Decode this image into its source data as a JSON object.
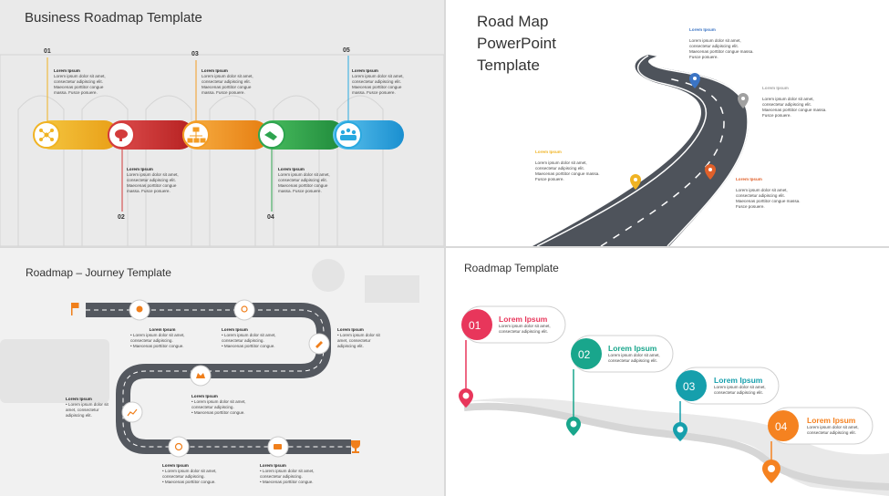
{
  "panel1": {
    "title": "Business Roadmap Template",
    "steps": [
      {
        "num": "01",
        "heading": "Lorem Ipsum",
        "text": "Lorem ipsum dolor sit amet, consectetur adipiscing elit. Maecenas porttitor congue massa. Fusce posuere.",
        "color": "#f0b323",
        "icon": "network-icon"
      },
      {
        "num": "02",
        "heading": "Lorem Ipsum",
        "text": "Lorem ipsum dolor sit amet, consectetur adipiscing elit. Maecenas porttitor congue massa. Fusce posuere.",
        "color": "#d33b3b",
        "icon": "brain-icon"
      },
      {
        "num": "03",
        "heading": "Lorem Ipsum",
        "text": "Lorem ipsum dolor sit amet, consectetur adipiscing elit. Maecenas porttitor congue massa. Fusce posuere.",
        "color": "#f39c23",
        "icon": "hierarchy-icon"
      },
      {
        "num": "04",
        "heading": "Lorem Ipsum",
        "text": "Lorem ipsum dolor sit amet, consectetur adipiscing elit. Maecenas porttitor congue massa. Fusce posuere.",
        "color": "#2ea44f",
        "icon": "handshake-icon"
      },
      {
        "num": "05",
        "heading": "Lorem Ipsum",
        "text": "Lorem ipsum dolor sit amet, consectetur adipiscing elit. Maecenas porttitor congue massa. Fusce posuere.",
        "color": "#29a9e0",
        "icon": "team-icon"
      }
    ]
  },
  "panel2": {
    "title_line1": "Road Map",
    "title_line2": "PowerPoint",
    "title_line3": "Template",
    "items": [
      {
        "heading": "Lorem Ipsum",
        "text": "Lorem ipsum dolor sit amet, consectetur adipiscing elit. Maecenas porttitor congue massa. Fusce posuere.",
        "color": "#3b74c4"
      },
      {
        "heading": "Lorem Ipsum",
        "text": "Lorem ipsum dolor sit amet, consectetur adipiscing elit. Maecenas porttitor congue massa. Fusce posuere.",
        "color": "#a0a0a0"
      },
      {
        "heading": "Lorem Ipsum",
        "text": "Lorem ipsum dolor sit amet, consectetur adipiscing elit. Maecenas porttitor congue massa. Fusce posuere.",
        "color": "#f0b323"
      },
      {
        "heading": "Lorem Ipsum",
        "text": "Lorem ipsum dolor sit amet, consectetur adipiscing elit. Maecenas porttitor congue massa. Fusce posuere.",
        "color": "#e0602a"
      }
    ]
  },
  "panel3": {
    "title": "Roadmap – Journey Template",
    "items": [
      {
        "heading": "Lorem Ipsum",
        "b1": "Lorem ipsum dolor sit amet, consectetur adipiscing.",
        "b2": "Maecenas porttitor congue."
      },
      {
        "heading": "Lorem Ipsum",
        "b1": "Lorem ipsum dolor sit amet, consectetur adipiscing.",
        "b2": "Maecenas porttitor congue."
      },
      {
        "heading": "Lorem Ipsum",
        "b1": "Lorem ipsum dolor sit amet, consectetur adipiscing elit."
      },
      {
        "heading": "Lorem Ipsum",
        "b1": "Lorem ipsum dolor sit amet, consectetur adipiscing.",
        "b2": "Maecenas porttitor congue."
      },
      {
        "heading": "Lorem Ipsum",
        "b1": "Lorem ipsum dolor sit amet, consectetur adipiscing elit."
      },
      {
        "heading": "Lorem Ipsum",
        "b1": "Lorem ipsum dolor sit amet, consectetur adipiscing.",
        "b2": "Maecenas porttitor congue."
      },
      {
        "heading": "Lorem Ipsum",
        "b1": "Lorem ipsum dolor sit amet, consectetur adipiscing.",
        "b2": "Maecenas porttitor congue."
      }
    ],
    "accent": "#f07f1b"
  },
  "panel4": {
    "title": "Roadmap Template",
    "items": [
      {
        "num": "01",
        "heading": "Lorem Ipsum",
        "text": "Lorem ipsum dolor sit amet, consectetur adipiscing elit.",
        "color": "#e8365b"
      },
      {
        "num": "02",
        "heading": "Lorem Ipsum",
        "text": "Lorem ipsum dolor sit amet, consectetur adipiscing elit.",
        "color": "#19a68c"
      },
      {
        "num": "03",
        "heading": "Lorem Ipsum",
        "text": "Lorem ipsum dolor sit amet, consectetur adipiscing elit.",
        "color": "#169fac"
      },
      {
        "num": "04",
        "heading": "Lorem Ipsum",
        "text": "Lorem ipsum dolor sit amet, consectetur adipiscing elit.",
        "color": "#f58220"
      }
    ]
  }
}
